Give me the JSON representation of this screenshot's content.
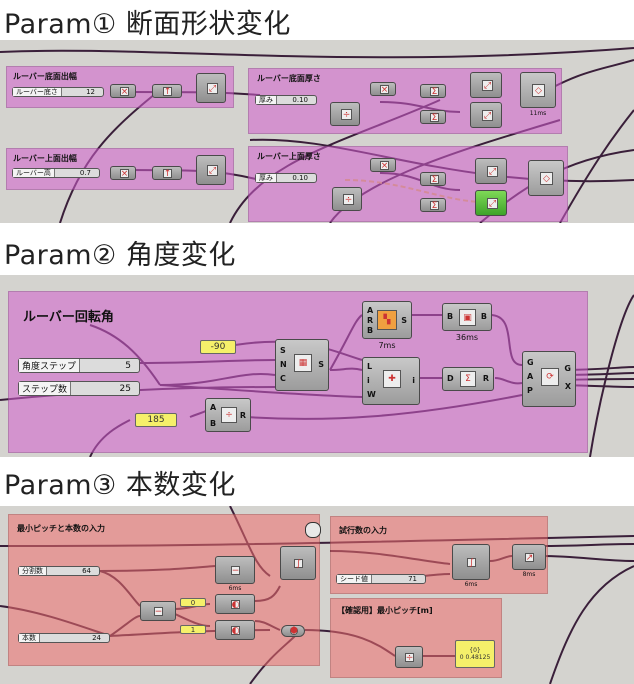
{
  "sections": [
    {
      "title": "Param① 断面形状変化"
    },
    {
      "title": "Param② 角度変化"
    },
    {
      "title": "Param③ 本数変化"
    }
  ],
  "param1": {
    "groups": [
      "ルーバー底面出幅",
      "ルーバー底面厚さ",
      "ルーバー上面出幅",
      "ルーバー上面厚さ"
    ],
    "sliders": [
      {
        "label": "ルーバー底さ",
        "value": "12"
      },
      {
        "label": "ルーバー高",
        "value": "0.7"
      },
      {
        "label": "厚み",
        "value": "0.10"
      },
      {
        "label": "厚み",
        "value": "0.10"
      }
    ],
    "timing": "11ms"
  },
  "param2": {
    "group": "ルーバー回転角",
    "sliders": [
      {
        "label": "角度ステップ",
        "value": "5"
      },
      {
        "label": "ステップ数",
        "value": "25"
      }
    ],
    "panels": [
      "-90",
      "185"
    ],
    "timings": [
      "7ms",
      "36ms"
    ]
  },
  "param3": {
    "groups": [
      "最小ピッチと本数の入力",
      "試行数の入力",
      "【確認用】最小ピッチ[m]"
    ],
    "sliders": [
      {
        "label": "分割数",
        "value": "64"
      },
      {
        "label": "本数",
        "value": "24"
      },
      {
        "label": "シード値",
        "value": "71"
      }
    ],
    "panels": [
      "0",
      "1"
    ],
    "output_panel": {
      "header": "{0}",
      "value": "0 0.48125"
    },
    "timings": [
      "6ms",
      "6ms",
      "8ms"
    ]
  }
}
